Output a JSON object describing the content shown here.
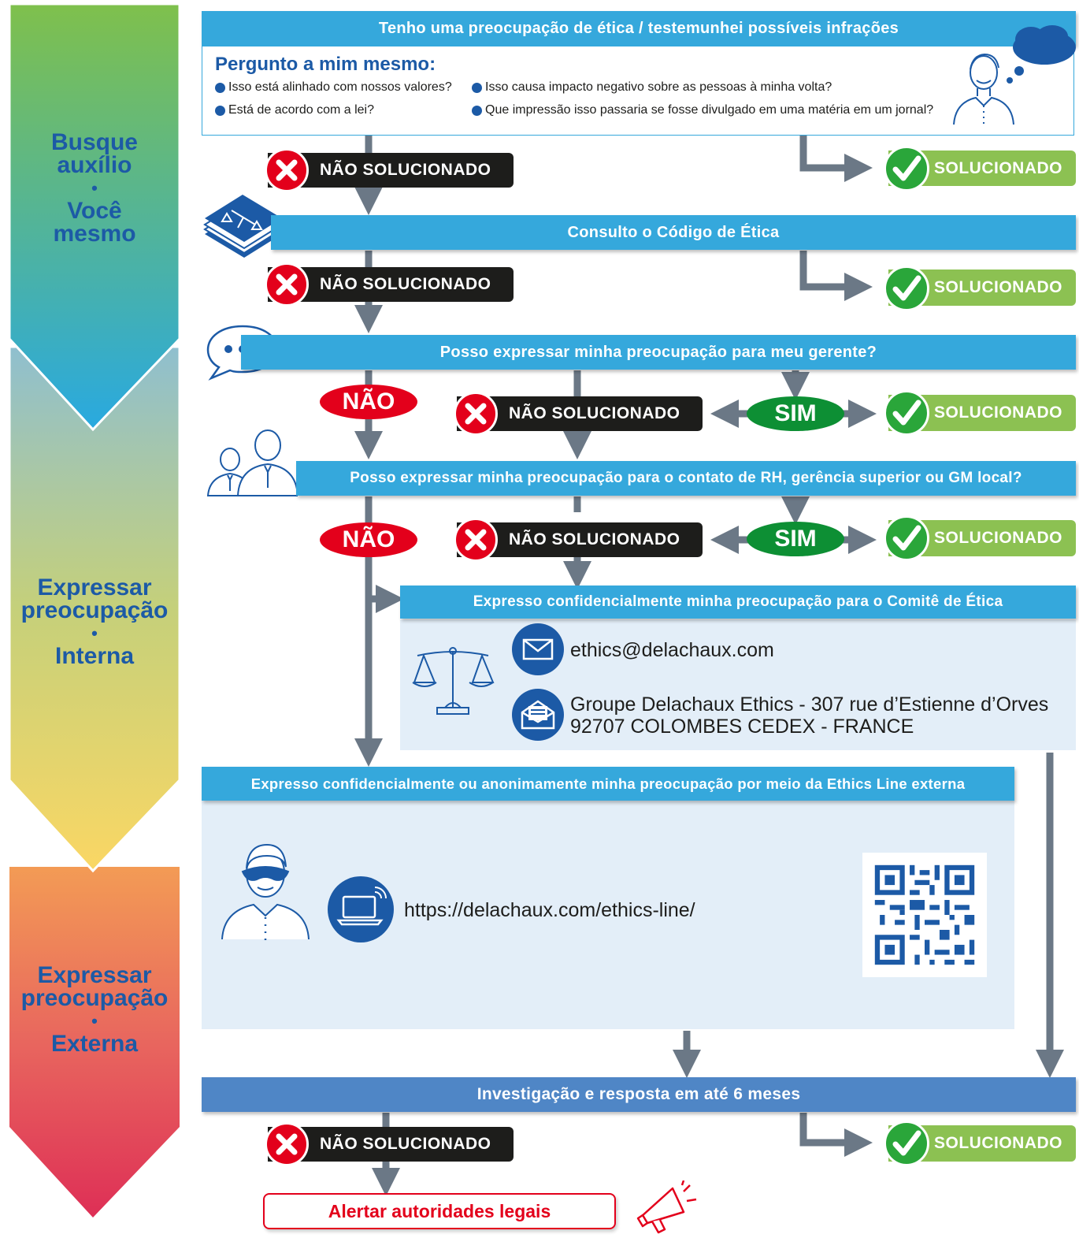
{
  "sidebar": {
    "stage1": {
      "line1": "Busque",
      "line2": "auxílio",
      "bullet": "•",
      "line3": "Você",
      "line4": "mesmo"
    },
    "stage2": {
      "line1": "Expressar",
      "line2": "preocupação",
      "bullet": "•",
      "line3": "Interna"
    },
    "stage3": {
      "line1": "Expressar",
      "line2": "preocupação",
      "bullet": "•",
      "line3": "Externa"
    }
  },
  "step1": {
    "header": "Tenho uma preocupação de ética / testemunhei possíveis infrações",
    "question_title": "Pergunto a mim mesmo:",
    "questions": [
      "Isso está alinhado com nossos valores?",
      "Isso causa impacto negativo sobre as pessoas à minha volta?",
      "Está de acordo com a lei?",
      "Que impressão isso passaria se fosse divulgado em uma matéria em um jornal?"
    ]
  },
  "step2": {
    "header": "Consulto o Código de Ética"
  },
  "step3": {
    "header": "Posso expressar minha preocupação para meu gerente?"
  },
  "step4": {
    "header": "Posso expressar minha preocupação para o contato de RH, gerência superior ou GM local?"
  },
  "step5": {
    "header": "Expresso confidencialmente minha preocupação para o Comitê de Ética",
    "email": "ethics@delachaux.com",
    "address_line1": "Groupe Delachaux Ethics - 307 rue d’Estienne d’Orves",
    "address_line2": "92707 COLOMBES CEDEX - FRANCE"
  },
  "step6": {
    "header": "Expresso confidencialmente ou anonimamente minha preocupação por meio da Ethics Line externa",
    "url": "https://delachaux.com/ethics-line/"
  },
  "step7": {
    "header": "Investigação e resposta em até 6 meses"
  },
  "labels": {
    "not_resolved": "NÃO SOLUCIONADO",
    "resolved": "SOLUCIONADO",
    "no": "NÃO",
    "yes": "SIM",
    "alert": "Alertar autoridades legais"
  },
  "colors": {
    "bar_blue": "#35a8dc",
    "bar_dark_blue": "#4f86c6",
    "brand_blue": "#1c5aa6",
    "red": "#e3001b",
    "green": "#8cc152",
    "dark_green": "#0d8f34",
    "black": "#1d1d1b",
    "panel": "#e3eef8"
  },
  "icons": [
    "thinking-person-icon",
    "thought-cloud-icon",
    "code-book-icon",
    "speech-bubble-icon",
    "two-people-icon",
    "scales-icon",
    "envelope-icon",
    "letter-icon",
    "masked-person-icon",
    "laptop-icon",
    "qr-code-icon",
    "megaphone-icon",
    "x-icon",
    "check-icon"
  ]
}
